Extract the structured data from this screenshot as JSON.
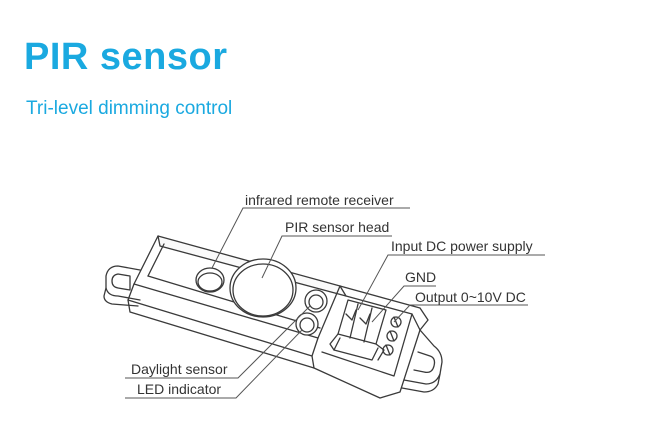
{
  "title": "PIR sensor",
  "subtitle": "Tri-level dimming control",
  "callouts": {
    "infrared_receiver": "infrared remote receiver",
    "pir_head": "PIR sensor head",
    "input_dc": "Input DC power supply",
    "gnd": "GND",
    "output": "Output 0~10V DC",
    "daylight": "Daylight sensor",
    "led": "LED indicator"
  }
}
